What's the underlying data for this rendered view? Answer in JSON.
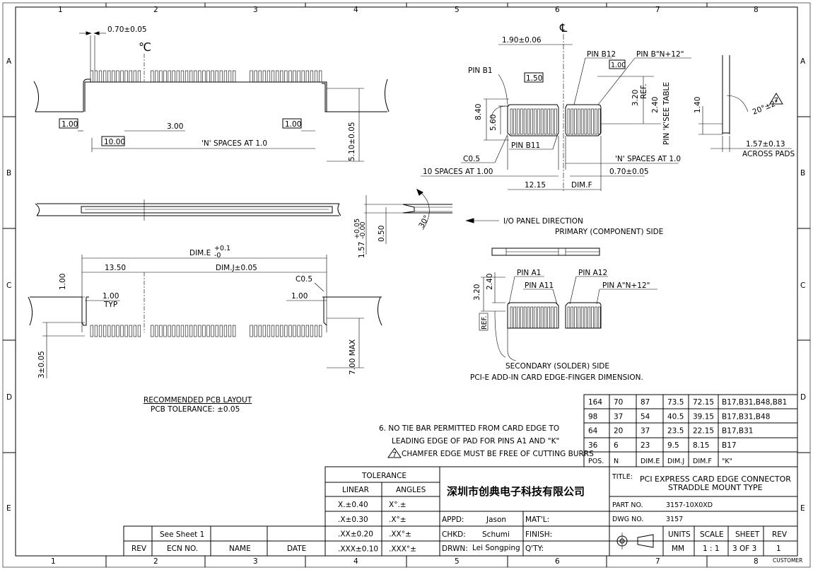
{
  "border": {
    "columns": [
      "1",
      "2",
      "3",
      "4",
      "5",
      "6",
      "7",
      "8"
    ],
    "rows": [
      "A",
      "B",
      "C",
      "D",
      "E"
    ]
  },
  "top_view": {
    "pitch": "0.70±0.05",
    "centerline": "℃",
    "box_left": "1.00",
    "box_right": "1.00",
    "box_ten": "10.00",
    "dim_300": "3.00",
    "n_spaces": "'N' SPACES AT 1.0",
    "height": "5.10±0.05"
  },
  "side_view": {
    "thickness": "1.57",
    "tol_upper": "+0.05",
    "tol_lower": "-0.00",
    "dim_050": "0.50",
    "angle": "30°"
  },
  "pcb_view": {
    "dim_e": "DIM.E",
    "dim_e_tol_upper": "+0.1",
    "dim_e_tol_lower": "-0",
    "dim_1350": "13.50",
    "dim_j": "DIM.J±0.05",
    "c05": "C0.5",
    "left_100": "1.00",
    "left_100_typ": "1.00",
    "typ": "TYP",
    "right_100": "1.00",
    "bottom": "3±0.05",
    "max_h": "7.00 MAX",
    "caption": "RECOMMENDED PCB LAYOUT",
    "tolerance": "PCB TOLERANCE: ±0.05"
  },
  "primary_view": {
    "centerline": "℄",
    "dim_190": "1.90±0.06",
    "pin_b12": "PIN B12",
    "pin_bn": "PIN B\"N+12\"",
    "box_100": "1.00",
    "pin_b1": "PIN B1",
    "box_150": "1.50",
    "dim_840": "8.40",
    "dim_560": "5.60",
    "dim_320": "3.20",
    "ref": "REF.",
    "dim_240": "2.40",
    "see_table": "PIN 'K'SEE TABLE",
    "pin_b11": "PIN B11",
    "c05": "C0.5",
    "n_spaces": "'N' SPACES AT 1.0",
    "ten_spaces": "10 SPACES AT 1.00",
    "pitch": "0.70±0.05",
    "dim_1215": "12.15",
    "dim_f": "DIM.F",
    "io_dir": "I/O PANEL DIRECTION",
    "caption": "PRIMARY (COMPONENT) SIDE"
  },
  "detail_view": {
    "dim_140": "1.40",
    "angle": "20°±2°",
    "note_ref": "7",
    "dim_157": "1.57±0.13",
    "across": "ACROSS PADS"
  },
  "secondary_view": {
    "pin_a1": "PIN A1",
    "pin_a12": "PIN A12",
    "pin_a11": "PIN A11",
    "pin_an": "PIN A\"N+12\"",
    "dim_320": "3.20",
    "dim_240": "2.40",
    "ref": "REF.",
    "caption": "SECONDARY (SOLDER) SIDE",
    "subcaption": "PCI-E ADD-IN CARD EDGE-FINGER DIMENSION."
  },
  "notes": {
    "note6_line1": "6. NO TIE BAR PERMITTED FROM CARD EDGE TO",
    "note6_line2": "LEADING EDGE OF PAD FOR PINS A1 AND \"K\"",
    "note7_num": "7",
    "note7": "CHAMFER EDGE MUST BE FREE OF CUTTING BURRS"
  },
  "pin_table": {
    "rows": [
      [
        "164",
        "70",
        "87",
        "73.5",
        "72.15",
        "B17,B31,B48,B81"
      ],
      [
        "98",
        "37",
        "54",
        "40.5",
        "39.15",
        "B17,B31,B48"
      ],
      [
        "64",
        "20",
        "37",
        "23.5",
        "22.15",
        "B17,B31"
      ],
      [
        "36",
        "6",
        "23",
        "9.5",
        "8.15",
        "B17"
      ]
    ],
    "headers": [
      "POS.",
      "N",
      "DIM.E",
      "DIM.J",
      "DIM.F",
      "\"K\""
    ]
  },
  "title_block": {
    "tolerance_header": "TOLERANCE",
    "linear": "LINEAR",
    "angles": "ANGLES",
    "tol_rows": [
      [
        "X.±0.40",
        "X°.±"
      ],
      [
        ".X±0.30",
        ".X°±"
      ],
      [
        ".XX±0.20",
        ".XX°±"
      ],
      [
        ".XXX±0.10",
        ".XXX°±"
      ]
    ],
    "company": "深圳市创典电子科技有限公司",
    "appd_label": "APPD:",
    "appd": "Jason",
    "chkd_label": "CHKD:",
    "chkd": "Schumi",
    "drwn_label": "DRWN:",
    "drwn": "Lei Songping",
    "matl_label": "MAT'L:",
    "finish_label": "FINISH:",
    "qty_label": "Q'TY:",
    "title_label": "TITLE:",
    "title_line1": "PCI EXPRESS CARD EDGE CONNECTOR",
    "title_line2": "STRADDLE MOUNT TYPE",
    "part_label": "PART NO.",
    "part_no": "3157-10X0XD",
    "dwg_label": "DWG NO.",
    "dwg_no": "3157",
    "units_label": "UNITS",
    "units": "MM",
    "scale_label": "SCALE",
    "scale": "1 : 1",
    "sheet_label": "SHEET",
    "sheet": "3 OF 3",
    "rev_label": "REV",
    "rev": "1",
    "customer": "CUSTOMER",
    "see_sheet": "See Sheet 1",
    "rev_hdr": "REV",
    "ecn_hdr": "ECN NO.",
    "name_hdr": "NAME",
    "date_hdr": "DATE"
  }
}
